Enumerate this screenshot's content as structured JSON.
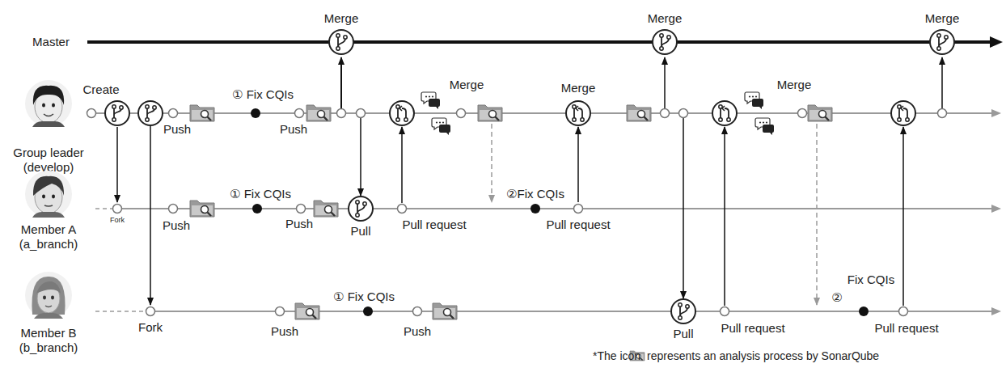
{
  "diagram": {
    "nodes": [
      {
        "text": [
          "Merge"
        ]
      },
      {
        "text": [
          "Merge"
        ]
      },
      {
        "text": [
          "Merge"
        ]
      },
      {
        "text": [
          "Group leader (develop)"
        ]
      },
      {
        "text": [
          "Create"
        ]
      },
      {
        "text": [
          "Merge"
        ]
      },
      {
        "text": [
          "Member A (a_branch)"
        ]
      },
      {
        "text": [
          "Fork"
        ]
      },
      {
        "text": [
          "Pull"
        ]
      },
      {
        "text": [
          "Pull request"
        ]
      },
      {
        "text": [
          "Pull request"
        ]
      },
      {
        "text": [
          "Member B (b_branch)"
        ]
      },
      {
        "text": [
          "Fork"
        ]
      },
      {
        "text": [
          "Pull"
        ]
      },
      {
        "text": [
          "Pull request"
        ]
      },
      {
        "text": [
          "Pull request"
        ]
      }
    ],
    "edges": [
      {
        "from": 4,
        "to": 7,
        "arrow": "to"
      },
      {
        "from": 10,
        "to": 5,
        "arrow": "to"
      }
    ],
    "labels": [
      "Master",
      "① Fix CQIs",
      "Push",
      "Push",
      "Merge",
      "Merge",
      "Push",
      "① Fix CQIs",
      "Push",
      "②Fix CQIs",
      "Push",
      "① Fix CQIs",
      "Push",
      "②",
      "Fix CQIs",
      "*The icon",
      "represents an analysis process by SonarQube"
    ]
  }
}
